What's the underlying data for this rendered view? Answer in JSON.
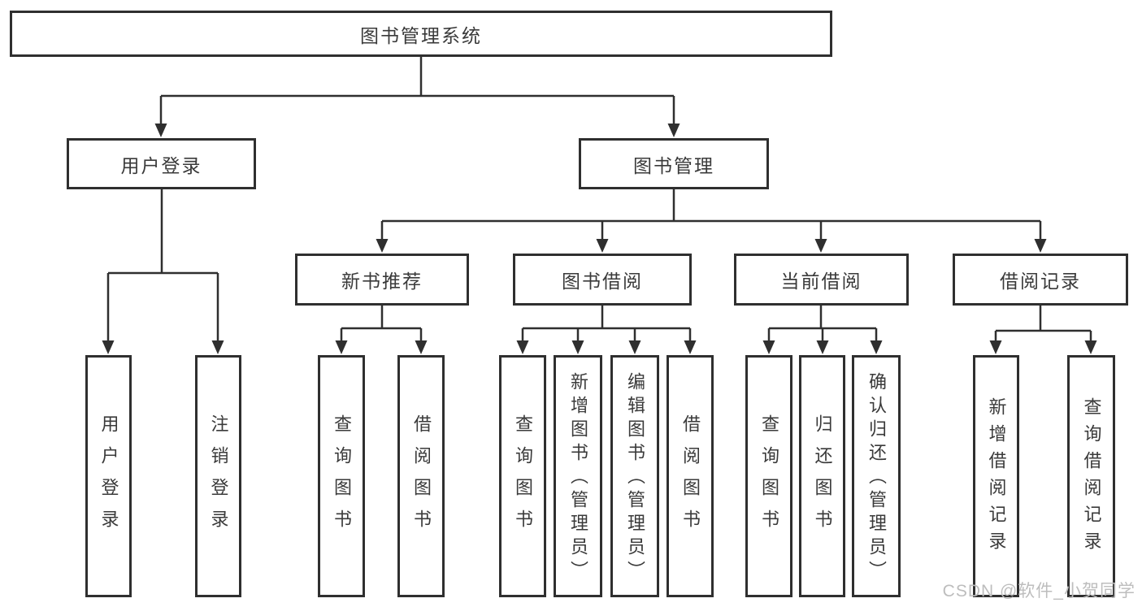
{
  "diagram": {
    "type": "hierarchy-tree",
    "colors": {
      "line": "#2f2f2f",
      "box_border": "#2f2f2f",
      "box_fill": "#ffffff",
      "text": "#3a3a3a",
      "watermark": "#bdbdbd",
      "background": "#ffffff"
    }
  },
  "nodes": {
    "root": {
      "label": "图书管理系统"
    },
    "user_login": {
      "label": "用户登录"
    },
    "book_management": {
      "label": "图书管理"
    },
    "new_book_recommend": {
      "label": "新书推荐"
    },
    "book_borrowing": {
      "label": "图书借阅"
    },
    "current_borrowing": {
      "label": "当前借阅"
    },
    "borrowing_records": {
      "label": "借阅记录"
    },
    "leaf_user_login": {
      "label": "用户登录"
    },
    "leaf_logout": {
      "label": "注销登录"
    },
    "leaf_nbr_query_books": {
      "label": "查询图书"
    },
    "leaf_nbr_borrow_books": {
      "label": "借阅图书"
    },
    "leaf_bb_query_books": {
      "label": "查询图书"
    },
    "leaf_bb_add_books": {
      "label": "新增图书（管理员）"
    },
    "leaf_bb_edit_books": {
      "label": "编辑图书（管理员）"
    },
    "leaf_bb_borrow_books": {
      "label": "借阅图书"
    },
    "leaf_cb_query_books": {
      "label": "查询图书"
    },
    "leaf_cb_return_books": {
      "label": "归还图书"
    },
    "leaf_cb_confirm_return": {
      "label": "确认归还（管理员）"
    },
    "leaf_br_add_record": {
      "label": "新增借阅记录"
    },
    "leaf_br_query_record": {
      "label": "查询借阅记录"
    }
  },
  "watermark": {
    "text": "CSDN @软件_小贺同学"
  }
}
